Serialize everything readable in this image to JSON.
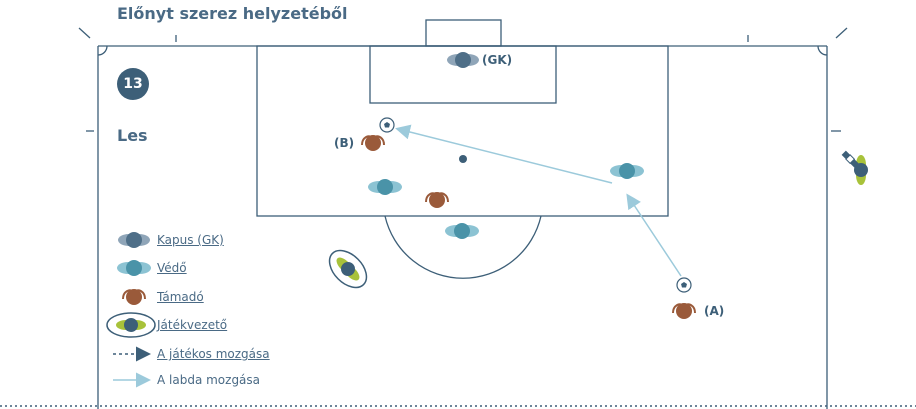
{
  "title": "Előnyt szerez helyzetéből",
  "scenario_number": "13",
  "rule_title": "Les",
  "players": {
    "goalkeeper_label": "(GK)",
    "attacker_a_label": "(A)",
    "attacker_b_label": "(B)"
  },
  "legend": {
    "goalkeeper": "Kapus (GK)",
    "defender": "Védő",
    "attacker": "Támadó",
    "playmaker": "Játékvezető",
    "player_movement": "A játékos mozgása",
    "ball_movement": "A labda mozgása"
  },
  "colors": {
    "goalkeeper": "#4f6f88",
    "defender": "#4a93a8",
    "attacker": "#9a5a3a",
    "playmaker_primary": "#3d5f78",
    "playmaker_accent": "#a8c23a",
    "ball_arrow": "#9ccadb",
    "lines": "#3d5f78",
    "text": "#4a6a85"
  },
  "icons": [
    "soccer-ball-icon",
    "goalkeeper-icon",
    "defender-icon",
    "attacker-icon",
    "playmaker-icon",
    "player-movement-arrow-icon",
    "ball-movement-arrow-icon"
  ]
}
